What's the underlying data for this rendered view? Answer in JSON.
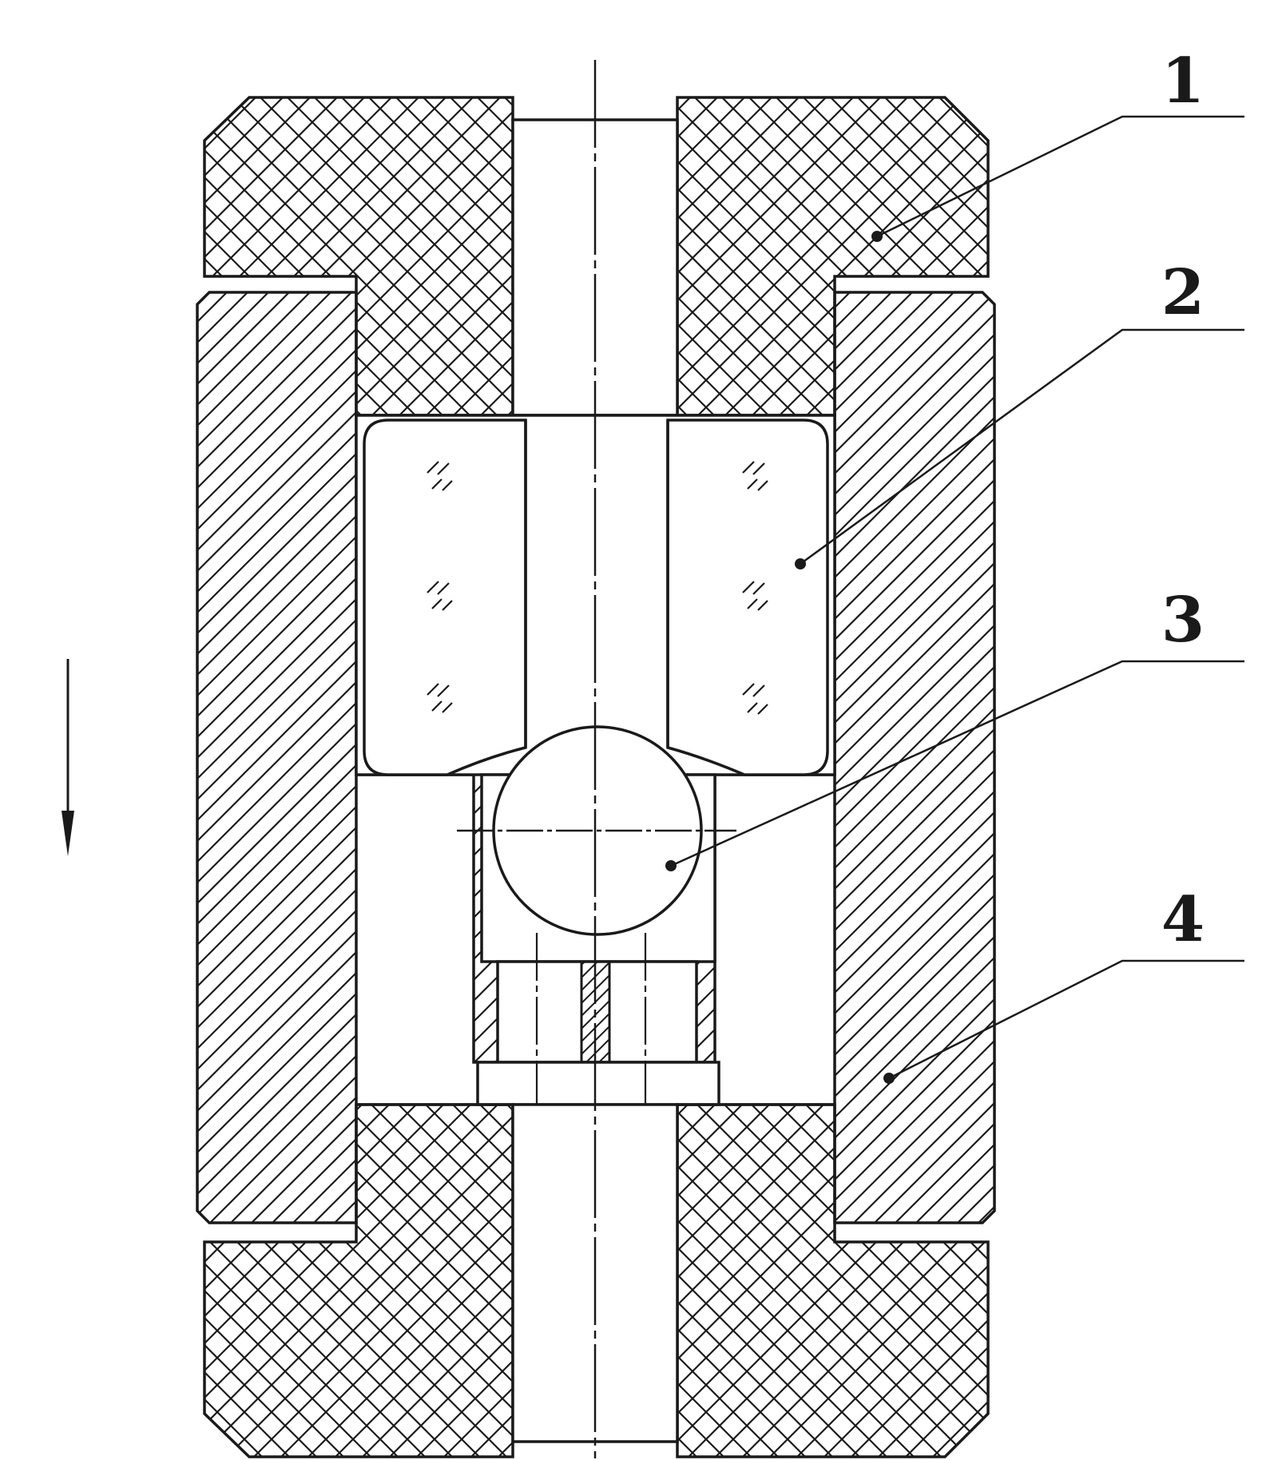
{
  "figure": {
    "part_labels": [
      "1",
      "2",
      "3",
      "4"
    ]
  },
  "colors": {
    "line": "#1a1a1a",
    "background": "#ffffff"
  },
  "icons": {
    "direction": "arrow-down-icon"
  }
}
